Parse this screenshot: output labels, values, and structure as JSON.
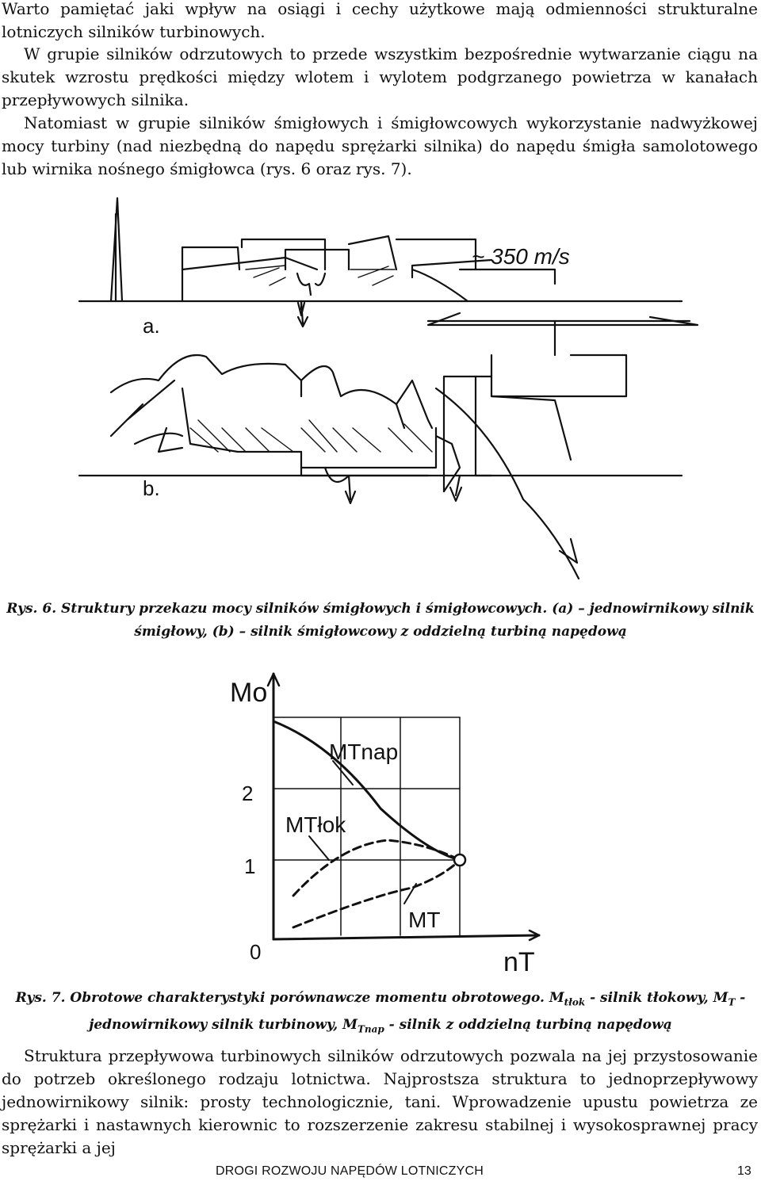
{
  "paragraphs": {
    "p1": "Warto pamiętać jaki wpływ na osiągi i cechy użytkowe mają odmienności strukturalne lotniczych silników turbinowych.",
    "p2": "W grupie silników odrzutowych to przede wszystkim bezpośrednie wytwarzanie ciągu na skutek wzrostu prędkości między wlotem i wylotem podgrzanego powietrza w kanałach przepływowych silnika.",
    "p3": "Natomiast w grupie silników śmigłowych i śmigłowcowych wykorzystanie nadwyżkowej mocy turbiny (nad niezbędną do napędu sprężarki silnika) do napędu śmigła samolotowego lub wirnika nośnego śmigłowca (rys. 6 oraz rys. 7).",
    "p4": "Struktura przepływowa turbinowych silników odrzutowych pozwala na jej przystosowanie do potrzeb określonego rodzaju lotnictwa. Najprostsza struktura to jednoprzepływowy jednowirnikowy silnik: prosty technologicznie, tani. Wprowadzenie upustu powietrza ze sprężarki i nastawnych kierownic to rozszerzenie zakresu stabilnej i wysokosprawnej pracy sprężarki a jej"
  },
  "figure6": {
    "label_a": "a.",
    "label_b": "b.",
    "speed_label": "~ 350 m/s",
    "caption": "Rys. 6. Struktury przekazu mocy silników śmigłowych i śmigłowcowych. (a) – jednowirnikowy silnik śmigłowy, (b) – silnik śmigłowcowy z oddzielną turbiną napędową"
  },
  "figure7": {
    "y_axis_label": "Mo",
    "x_axis_label": "nT",
    "tick_2": "2",
    "tick_1": "1",
    "tick_0": "0",
    "curve_nap_label": "MTnap",
    "curve_tlok_label": "MTłok",
    "curve_t_label": "MT",
    "caption_part1": "Rys. 7. Obrotowe charakterystyki porównawcze momentu obrotowego. M",
    "caption_sub1": "tłok",
    "caption_part2": " - silnik tłokowy, M",
    "caption_sub2": "T",
    "caption_part3": " - jednowirnikowy silnik turbinowy, M",
    "caption_sub3": "Tnap",
    "caption_part4": " - silnik z oddzielną turbiną napędową"
  },
  "footer": {
    "title": "DROGI ROZWOJU NAPĘDÓW LOTNICZYCH",
    "page_number": "13"
  }
}
